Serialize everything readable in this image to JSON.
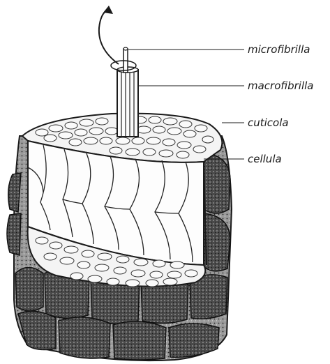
{
  "diagram": {
    "labels": {
      "microfibrilla": "microfibrilla",
      "macrofibrilla": "macrofibrilla",
      "cuticola": "cuticola",
      "cellula": "cellula"
    }
  },
  "colors": {
    "ink": "#1a1a1a",
    "cuticle_fill": "#8c8c8c",
    "background": "#ffffff"
  }
}
